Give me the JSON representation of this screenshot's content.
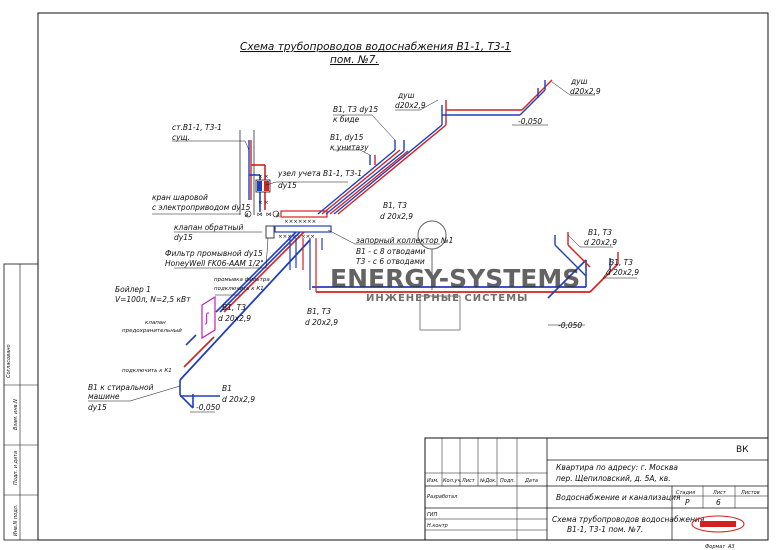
{
  "drawing": {
    "title_line1": "Схема трубопроводов водоснабжения В1-1, Т3-1",
    "title_line2": "пом. №7.",
    "watermark_brand": "ENERGY-SYSTEMS",
    "watermark_sub": "ИНЖЕНЕРНЫЕ СИСТЕМЫ"
  },
  "labels": {
    "riser_1": "ст.В1-1, Т3-1",
    "riser_2": "сущ.",
    "meter_1": "узел учета  В1-1, Т3-1",
    "meter_2": "dy15",
    "valve_1": "кран шаровой",
    "valve_2": "с электроприводом dy15",
    "check_1": "клапан обратный",
    "check_2": "dy15",
    "filter_1": "Фильтр промывной dy15",
    "filter_2": "HoneyWell FK06-AAM 1/2\"",
    "flush_1": "промывка фильтра",
    "flush_2": "подключить к К1",
    "boiler_1": "Бойлер 1",
    "boiler_2": "V=100л,  N=2,5 кВт",
    "relief_1": "клапан",
    "relief_2": "предохранительный",
    "drain": "подключить к К1",
    "wm_1": "В1 к стиральной",
    "wm_2": "машине",
    "wm_3": "dy15",
    "bidet_1": "В1, Т3 dy15",
    "bidet_2": "к биде",
    "wc_1": "В1,  dy15",
    "wc_2": "к унитазу",
    "shower1_1": "душ",
    "shower1_2": "d20x2,9",
    "shower2_1": "душ",
    "shower2_2": "d20x2,9",
    "elev_top": "-0,050",
    "elev_right": "-0,050",
    "elev_bottom": "-0,050",
    "pipe_a_1": "В1, Т3",
    "pipe_a_2": "d 20x2,9",
    "manifold_1": "запорный  коллектор №1",
    "manifold_2": "В1 - с 8 отводами",
    "manifold_3": "Т3 - с 6 отводами",
    "pipe_b_1": "В1, Т3",
    "pipe_b_2": "d 20x2,9",
    "pipe_c_1": "В1, Т3",
    "pipe_c_2": "d 20x2,9",
    "pipe_d_1": "В1, Т3",
    "pipe_d_2": "d 20x2,9",
    "pipe_e_1": "В1, Т3",
    "pipe_e_2": "d 20x2,9",
    "pipe_f_1": "В1",
    "pipe_f_2": "d 20x2,9",
    "mark_a": "А",
    "mark_b": "А"
  },
  "side_stamp": {
    "agreed": "Согласовано",
    "inv_sub": "Взам. инв.N",
    "sign_date": "Подп. и дата",
    "inv_orig": "Инв.N подл."
  },
  "title_block": {
    "code": "ВК",
    "address_1": "Квартира по адресу:  г. Москва",
    "address_2": "пер. Щепиловский, д. 5А, кв.",
    "col_change": "Изм.",
    "col_count": "Кол.уч.",
    "col_sheet": "Лист",
    "col_doc": "№Док.",
    "col_sign": "Подп.",
    "col_date": "Дата",
    "section": "Водоснабжение и канализация",
    "stage_h": "Стадия",
    "sheet_h": "Лист",
    "sheets_h": "Листов",
    "stage": "Р",
    "sheet": "6",
    "developed": "Разработал",
    "gip": "ГИП",
    "control": "Н.контр",
    "drawing_name_1": "Схема трубопроводов водоснабжения",
    "drawing_name_2": "В1-1, Т3-1 пом. №7.",
    "format_label": "Формат",
    "format_value": "А3"
  },
  "colors": {
    "cold_water": "#1f3fbf",
    "hot_water": "#d42020",
    "frame": "#111111",
    "watermark": "#303030"
  }
}
